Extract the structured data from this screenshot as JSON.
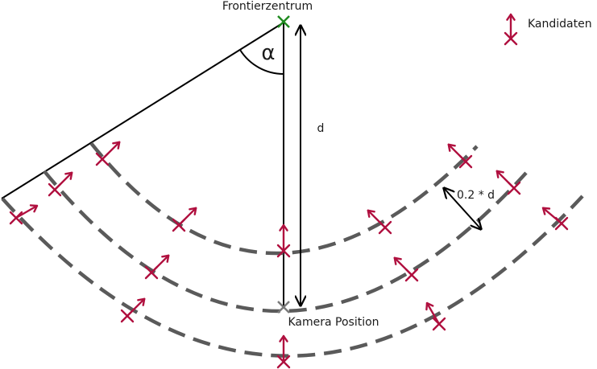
{
  "labels": {
    "frontier_center": "Frontierzentrum",
    "angle": "α",
    "distance": "d",
    "spacing": "0.2 * d",
    "camera_position": "Kamera Position",
    "legend_candidates": "Kandidaten"
  },
  "colors": {
    "arc": "#5a5a5a",
    "candidate": "#b0103f",
    "frontier_marker": "#1f8a1f",
    "camera_marker": "#7a7a7a",
    "line": "#000000"
  },
  "icons": {
    "frontier_marker": "x-cross-icon",
    "camera_marker": "x-cross-icon",
    "candidate": "arrow-with-cross-icon"
  }
}
